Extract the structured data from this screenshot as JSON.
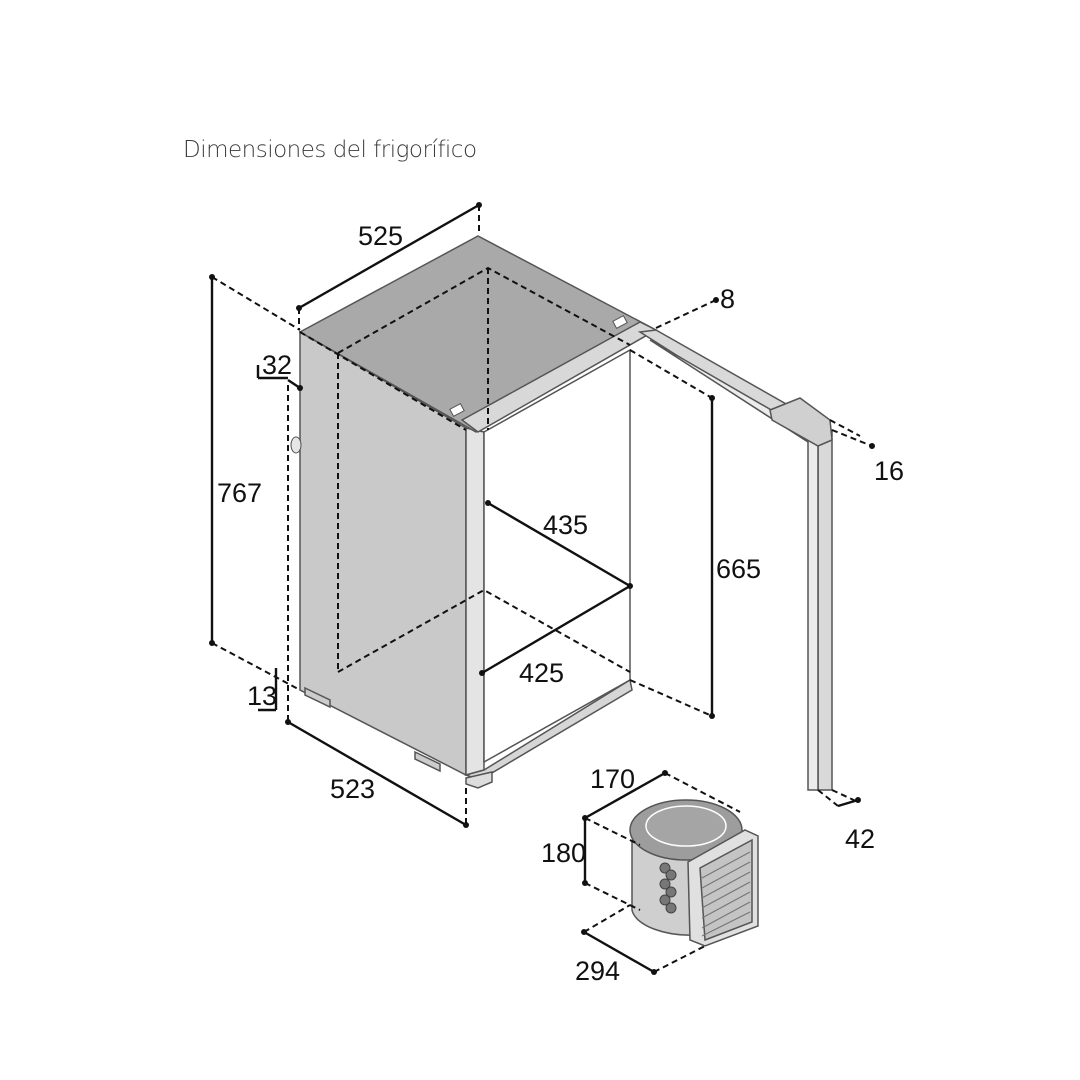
{
  "title": "Dimensiones del frigorífico",
  "dimensions": {
    "width_top": "525",
    "height_total": "767",
    "handle_offset": "32",
    "door_gap": "8",
    "door_thickness": "16",
    "inner_width": "435",
    "inner_depth": "425",
    "inner_height": "665",
    "foot_height": "13",
    "depth_bottom": "523",
    "door_bottom": "42",
    "compressor_depth": "170",
    "compressor_height": "180",
    "compressor_width": "294"
  },
  "colors": {
    "top_face": "#a9a9a9",
    "side_face": "#c8c8c8",
    "line": "#111111"
  }
}
